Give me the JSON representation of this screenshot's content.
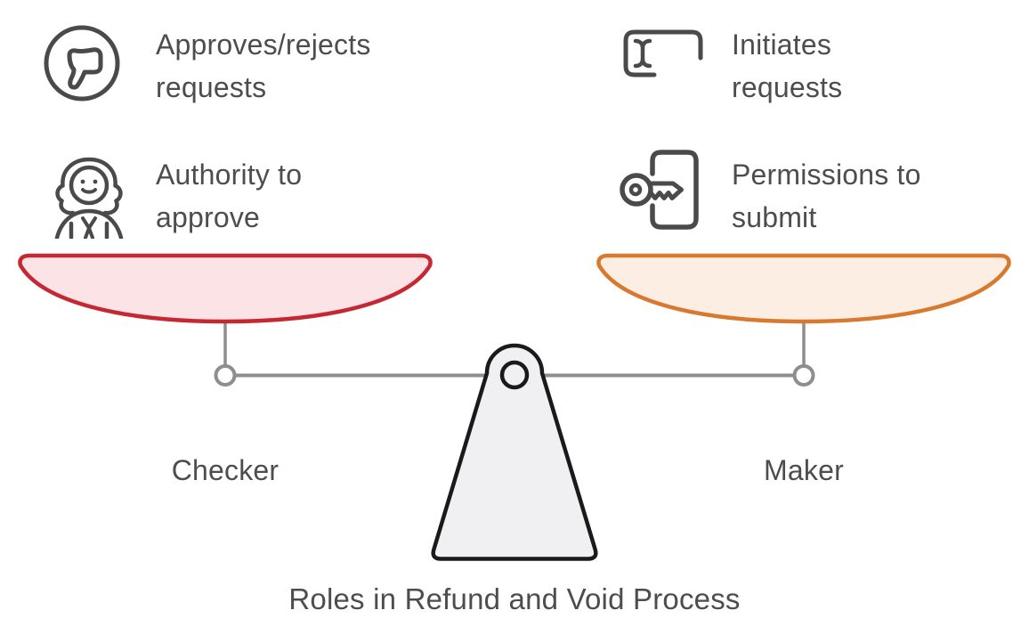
{
  "title": "Roles in Refund and Void Process",
  "left_side": {
    "label": "Checker",
    "features": [
      {
        "icon": "thumbs-down-icon",
        "text": "Approves/rejects\nrequests"
      },
      {
        "icon": "judge-icon",
        "text": "Authority to\napprove"
      }
    ],
    "pan_border_color": "#c52733",
    "pan_fill_color": "#fce4e6"
  },
  "right_side": {
    "label": "Maker",
    "features": [
      {
        "icon": "text-input-icon",
        "text": "Initiates\nrequests"
      },
      {
        "icon": "key-access-icon",
        "text": "Permissions to\nsubmit"
      }
    ],
    "pan_border_color": "#d8792f",
    "pan_fill_color": "#fdeee3"
  },
  "scale": {
    "beam_color": "#8e8e8e",
    "fulcrum_outline_color": "#1a1a1c",
    "fulcrum_fill_color": "#f0f0f3"
  },
  "text_color": "#4d4d4d",
  "icon_color": "#4a4a4a"
}
